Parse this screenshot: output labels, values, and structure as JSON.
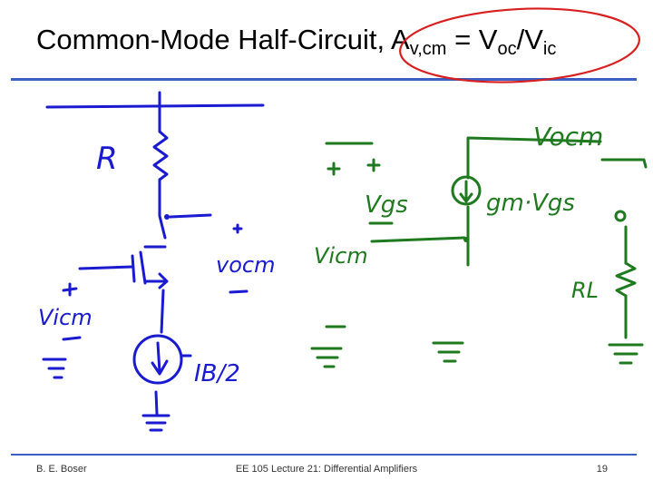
{
  "title": {
    "prefix": "Common-Mode Half-Circuit, A",
    "sub1": "v,cm",
    "middle": " = V",
    "sub2": "oc",
    "slash": "/V",
    "sub3": "ic"
  },
  "footer": {
    "author": "B. E. Boser",
    "course": "EE 105 Lecture 21: Differential Amplifiers",
    "page": "19"
  },
  "annotations": {
    "left": {
      "resistor": "R",
      "output": "vocm",
      "input": "Vicm",
      "current": "IB/2"
    },
    "right": {
      "output": "Vocm",
      "vgs": "Vgs",
      "input": "Vicm",
      "source": "gm·Vgs",
      "load": "RL"
    }
  },
  "colors": {
    "left_ink": "#1a1ad0",
    "right_ink": "#1f7a1f",
    "highlight": "#d81e1e",
    "rule": "#3b5fc4"
  }
}
